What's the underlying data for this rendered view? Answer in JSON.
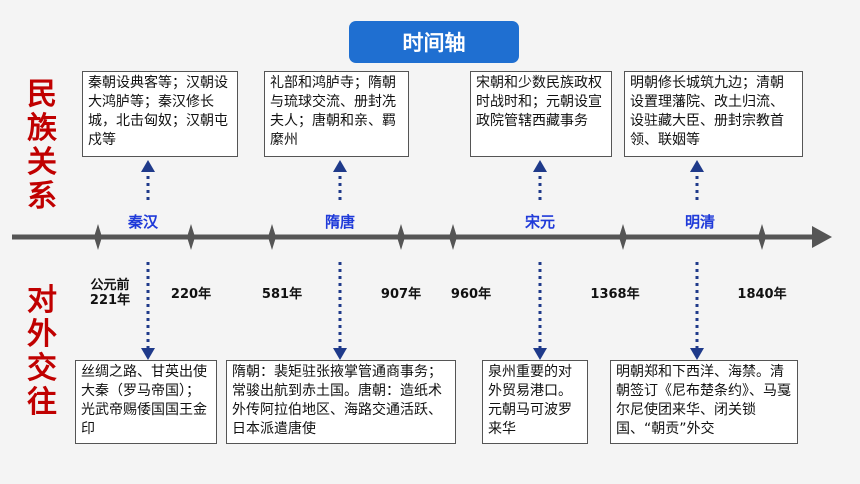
{
  "title": "时间轴",
  "side_labels": {
    "top": "民族关系",
    "bottom": "对外交往"
  },
  "periods": [
    "秦汉",
    "隋唐",
    "宋元",
    "明清"
  ],
  "years": [
    {
      "line1": "公元前",
      "line2": "221年"
    },
    {
      "line1": "220年",
      "line2": ""
    },
    {
      "line1": "581年",
      "line2": ""
    },
    {
      "line1": "907年",
      "line2": ""
    },
    {
      "line1": "960年",
      "line2": ""
    },
    {
      "line1": "1368年",
      "line2": ""
    },
    {
      "line1": "1840年",
      "line2": ""
    }
  ],
  "ethnic_relations": [
    "秦朝设典客等；汉朝设大鸿胪等；秦汉修长城，北击匈奴；汉朝屯戍等",
    "礼部和鸿胪寺；隋朝与琉球交流、册封冼夫人；唐朝和亲、羁縻州",
    "宋朝和少数民族政权时战时和；元朝设宣政院管辖西藏事务",
    "明朝修长城筑九边；清朝设置理藩院、改土归流、设驻藏大臣、册封宗教首领、联姻等"
  ],
  "foreign_relations": [
    "丝绸之路、甘英出使大秦（罗马帝国）；光武帝赐倭国国王金印",
    "隋朝：裴矩驻张掖掌管通商事务；常骏出航到赤土国。唐朝：造纸术外传阿拉伯地区、海路交通活跃、日本派遣唐使",
    "泉州重要的对外贸易港口。元朝马可波罗来华",
    "明朝郑和下西洋、海禁。清朝签订《尼布楚条约》、马戛尔尼使团来华、闭关锁国、“朝贡”外交"
  ],
  "colors": {
    "axis": "#555555",
    "arrow": "#1f3a8a",
    "title_bg": "#1f6fd1",
    "side_label": "#c00000",
    "period": "#1f3ad9"
  }
}
